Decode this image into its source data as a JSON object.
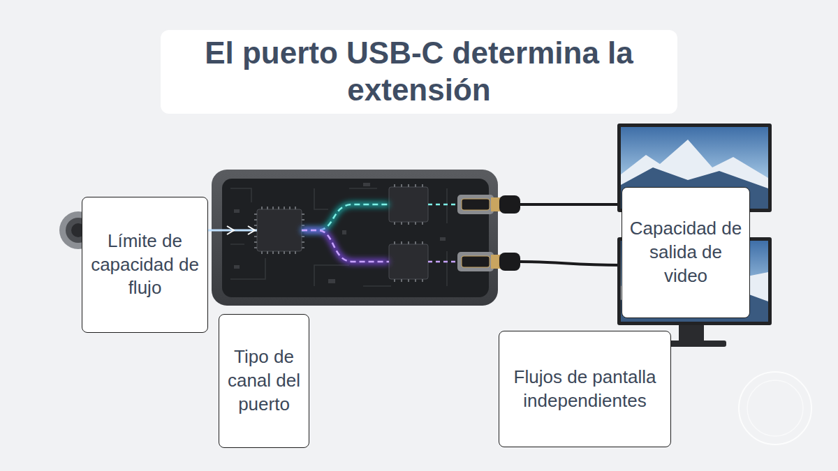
{
  "diagram": {
    "title": "El puerto USB-C determina la extensión",
    "nodes": [
      {
        "text": [
          "Límite de capacidad de flujo"
        ]
      },
      {
        "text": [
          "Tipo de canal del puerto"
        ]
      },
      {
        "text": [
          "Capacidad de salida de video"
        ]
      },
      {
        "text": [
          "Flujos de pantalla independientes"
        ]
      }
    ]
  }
}
